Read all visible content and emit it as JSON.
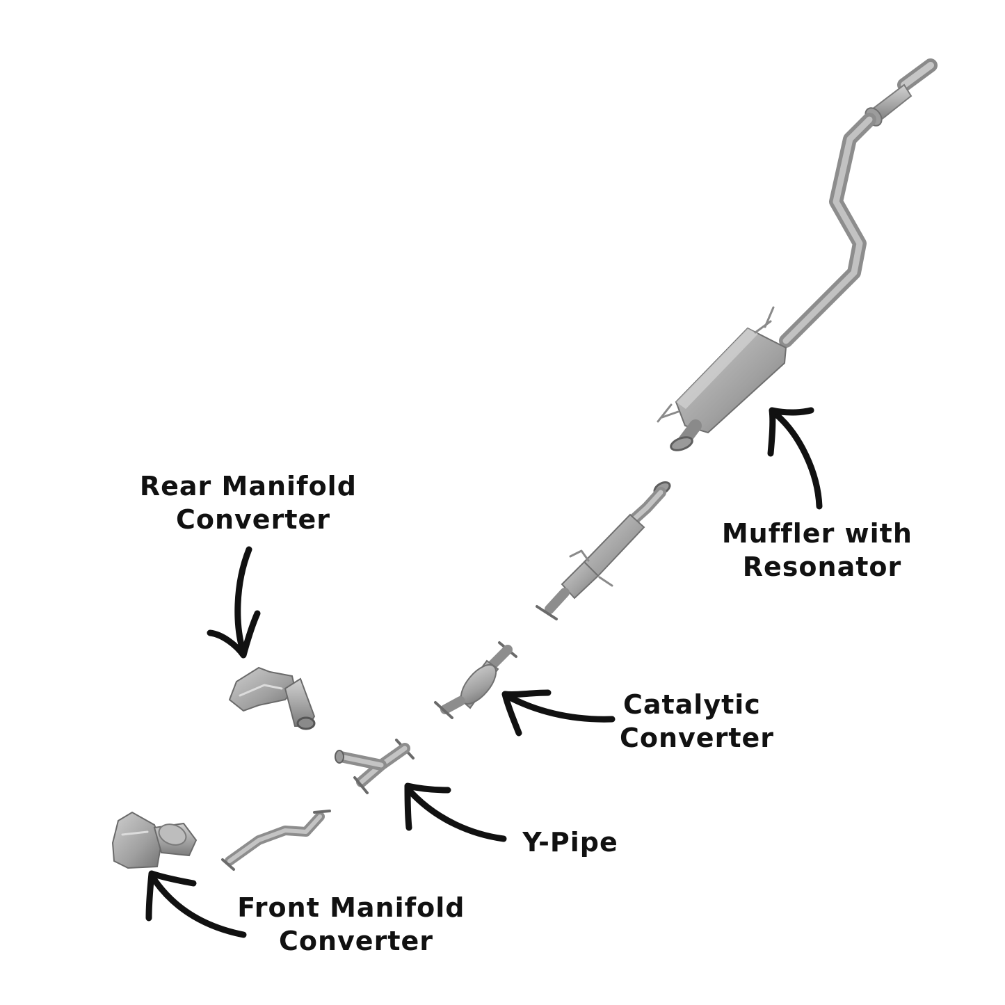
{
  "labels": {
    "rear_manifold": [
      "Rear Manifold",
      "Converter"
    ],
    "muffler": [
      "Muffler with",
      "Resonator"
    ],
    "catalytic": [
      "Catalytic",
      "Converter"
    ],
    "y_pipe": [
      "Y-Pipe"
    ],
    "front_manifold": [
      "Front Manifold",
      "Converter"
    ]
  },
  "colors": {
    "metal_light": "#c4c4c4",
    "metal_mid": "#9a9a9a",
    "metal_dark": "#6e6e6e",
    "arrow": "#111111",
    "text": "#111111"
  }
}
